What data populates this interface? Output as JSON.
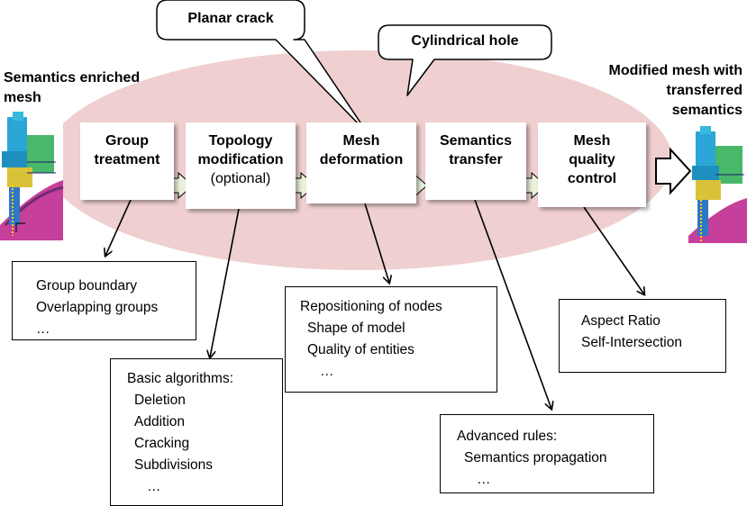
{
  "colors": {
    "ellipse": "#efcfcf",
    "arrow_fill": "#eaf1da",
    "arrow_stroke": "#000000"
  },
  "callouts": {
    "planar_crack": "Planar crack",
    "cylindrical_hole": "Cylindrical hole"
  },
  "left_title": [
    "Semantics enriched",
    "mesh"
  ],
  "right_title": [
    "Modified mesh with",
    "transferred",
    "semantics"
  ],
  "stages": [
    {
      "lines": [
        "Group",
        "treatment"
      ]
    },
    {
      "lines": [
        "Topology",
        "modification"
      ],
      "note": "(optional)"
    },
    {
      "lines": [
        "Mesh",
        "deformation"
      ]
    },
    {
      "lines": [
        "Semantics",
        "transfer"
      ]
    },
    {
      "lines": [
        "Mesh",
        "quality",
        "control"
      ]
    }
  ],
  "detail_boxes": {
    "group": [
      "Group boundary",
      "Overlapping groups",
      "…"
    ],
    "basic_algorithms": [
      "Basic algorithms:",
      "Deletion",
      "Addition",
      "Cracking",
      "Subdivisions",
      "…"
    ],
    "repositioning": [
      "Repositioning of nodes",
      "Shape of model",
      "Quality of entities",
      "…"
    ],
    "advanced_rules": [
      "Advanced rules:",
      "Semantics propagation",
      "…"
    ],
    "quality": [
      "Aspect Ratio",
      "Self-Intersection"
    ]
  },
  "mesh_images": {
    "left": "semantics-enriched-mesh-image",
    "right": "modified-mesh-image"
  }
}
